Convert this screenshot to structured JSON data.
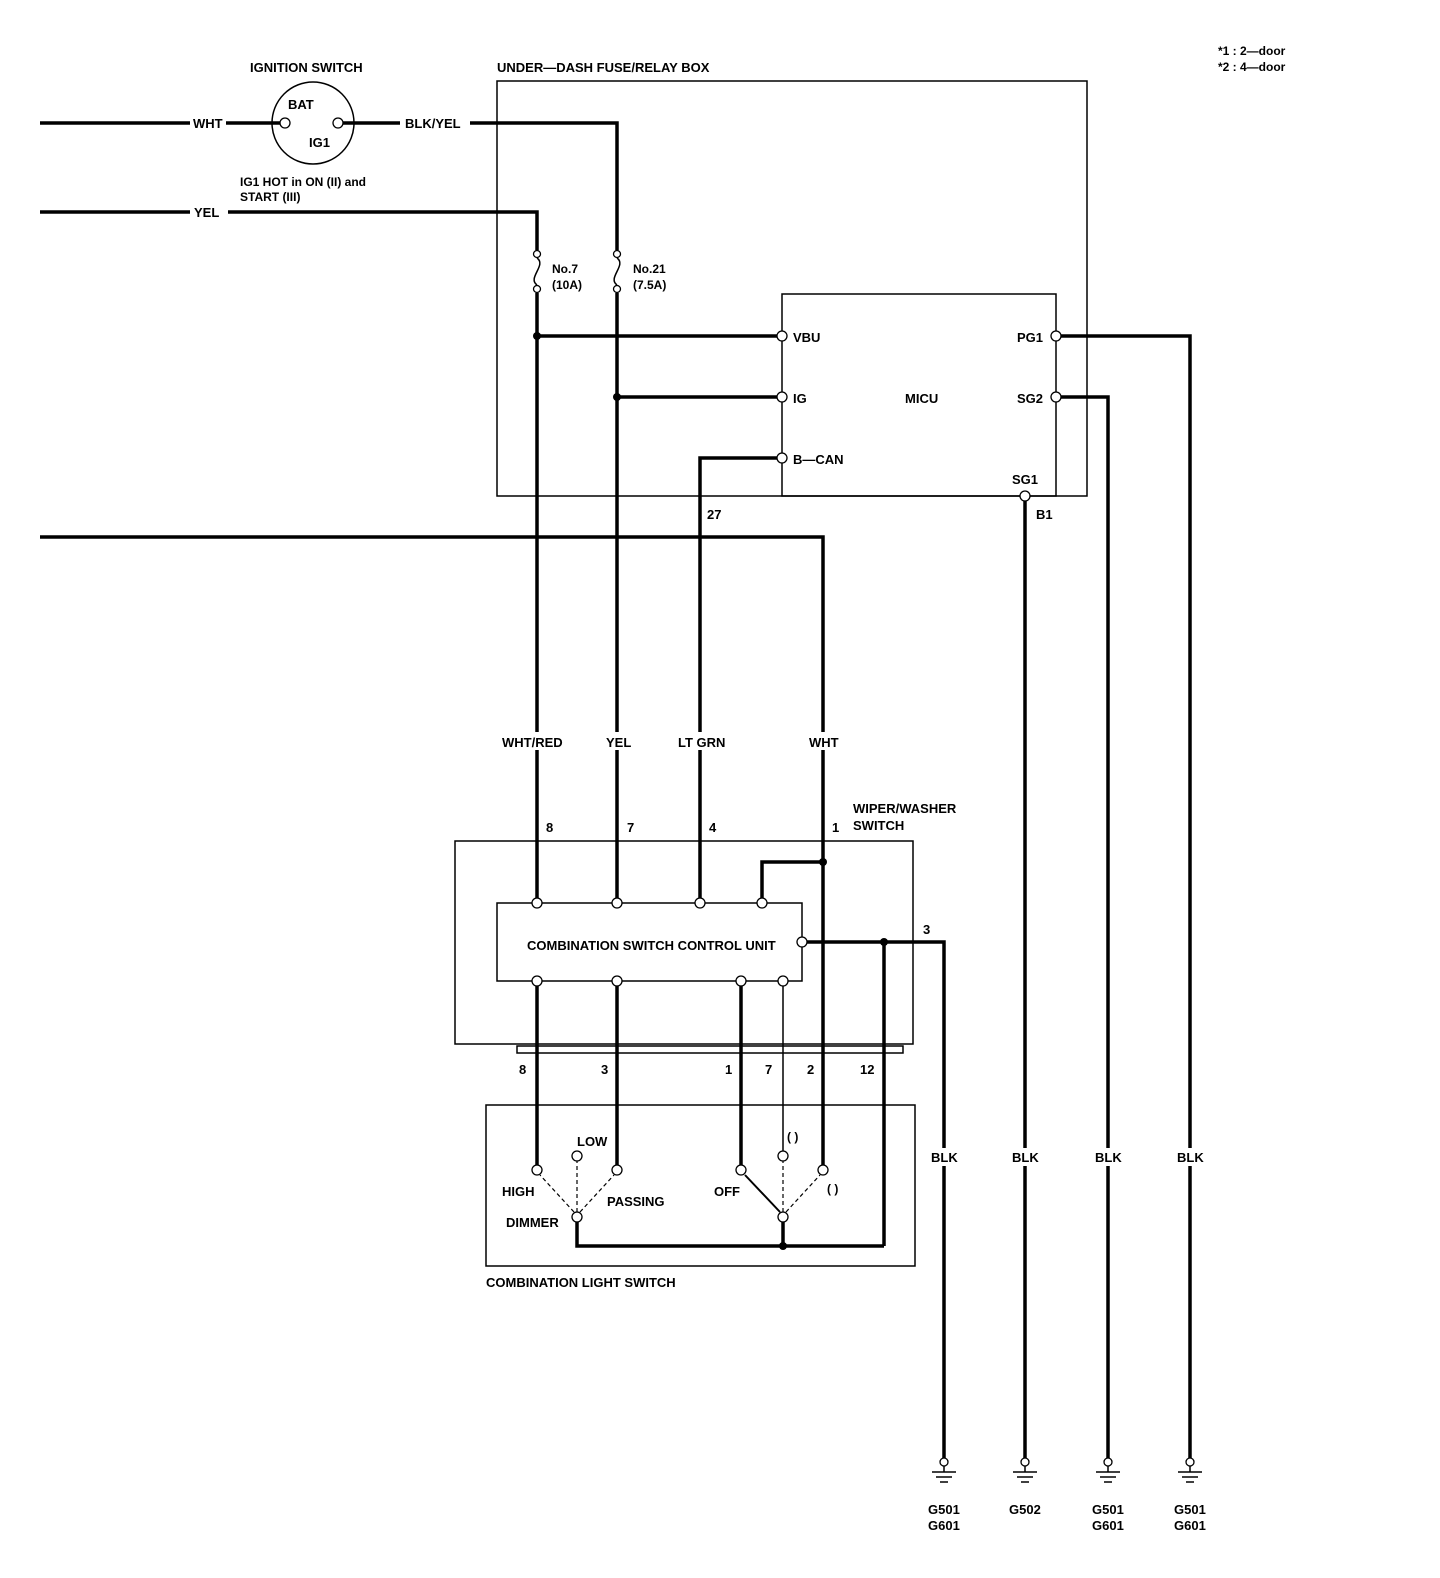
{
  "notes": {
    "note1": "*1  : 2—door",
    "note2": "*2  : 4—door"
  },
  "ignition_switch": {
    "title": "IGNITION SWITCH",
    "bat": "BAT",
    "ig1": "IG1",
    "hot_line1": "IG1 HOT in ON (II) and",
    "hot_line2": "START (III)"
  },
  "fuse_box": {
    "title": "UNDER—DASH FUSE/RELAY BOX",
    "fuse7_name": "No.7",
    "fuse7_rating": "(10A)",
    "fuse21_name": "No.21",
    "fuse21_rating": "(7.5A)"
  },
  "micu": {
    "name": "MICU",
    "vbu": "VBU",
    "ig": "IG",
    "bcan": "B—CAN",
    "pg1": "PG1",
    "sg2": "SG2",
    "sg1": "SG1",
    "b1": "B1",
    "pin27": "27"
  },
  "wires": {
    "wht_in": "WHT",
    "blk_yel": "BLK/YEL",
    "yel_in": "YEL",
    "wht_red": "WHT/RED",
    "yel": "YEL",
    "lt_grn": "LT GRN",
    "wht": "WHT",
    "blk": "BLK"
  },
  "wiper_switch": {
    "title_line1": "WIPER/WASHER",
    "title_line2": "SWITCH",
    "pin8": "8",
    "pin7": "7",
    "pin4": "4",
    "pin1": "1",
    "pin3": "3"
  },
  "control_unit": {
    "name": "COMBINATION SWITCH CONTROL UNIT"
  },
  "light_switch": {
    "title": "COMBINATION LIGHT SWITCH",
    "pin8": "8",
    "pin3": "3",
    "pin1": "1",
    "pin7": "7",
    "pin2": "2",
    "pin12": "12",
    "low": "LOW",
    "high": "HIGH",
    "passing": "PASSING",
    "dimmer": "DIMMER",
    "off": "OFF",
    "pos_mid": "(   )",
    "pos_right": "(   )"
  },
  "grounds": {
    "g1_line1": "G501",
    "g1_line2": "G601",
    "g2_line1": "G502",
    "g3_line1": "G501",
    "g3_line2": "G601",
    "g4_line1": "G501",
    "g4_line2": "G601"
  }
}
